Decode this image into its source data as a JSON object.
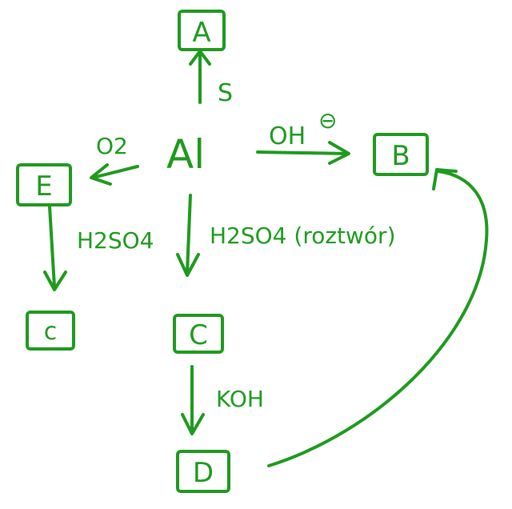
{
  "colors": {
    "ink": "#1e9a1e",
    "paper": "#ffffff"
  },
  "nodes": {
    "center": "Al",
    "a": "A",
    "b": "B",
    "e": "E",
    "c_left": "c",
    "c_mid": "C",
    "d": "D"
  },
  "edges": {
    "to_a": "S",
    "to_b": "OH",
    "to_b_charge": "⊖",
    "to_e": "O2",
    "e_to_c": "H2SO4",
    "al_to_c": "H2SO4 (roztwór)",
    "c_to_d": "KOH"
  }
}
